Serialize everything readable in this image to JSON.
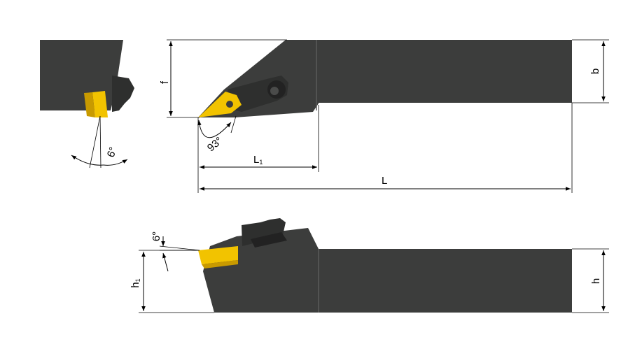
{
  "colors": {
    "body": "#3c3d3c",
    "body_dark": "#2e2f2e",
    "body_edge": "#5a5b5a",
    "insert": "#f2c300",
    "insert_dark": "#c89a00",
    "line": "#000000"
  },
  "labels": {
    "f": "f",
    "b": "b",
    "L1_main": "L",
    "L1_sub": "1",
    "L": "L",
    "h": "h",
    "h1_main": "h",
    "h1_sub": "1",
    "angle_93": "93°",
    "angle_6_top": "6°",
    "angle_6_side": "6°"
  }
}
